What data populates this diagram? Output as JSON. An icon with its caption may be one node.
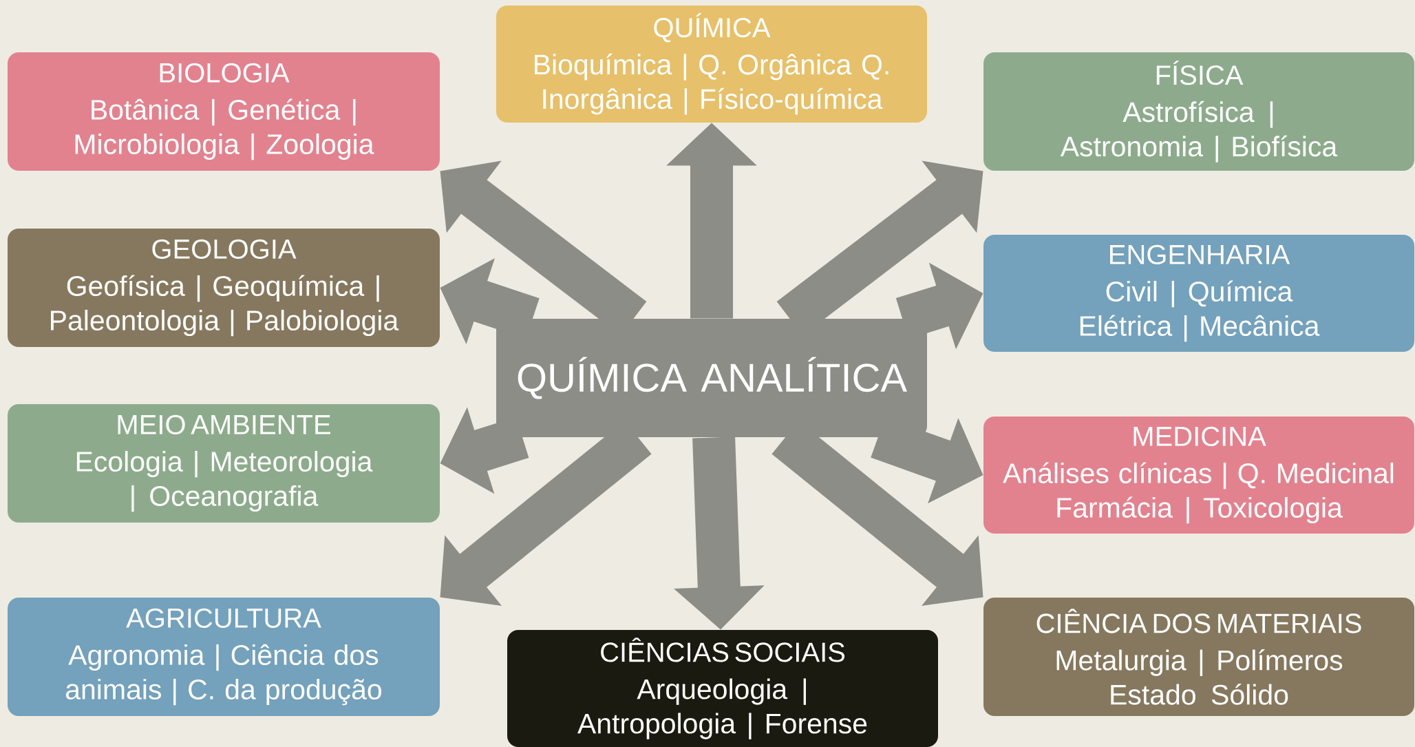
{
  "diagram": {
    "nodes": [
      {
        "text": [
          "QUÍMICA",
          "Bioquímica | Q. Orgânica Q. Inorgânica | Físico-química"
        ]
      },
      {
        "text": [
          "BIOLOGIA",
          "Botânica | Genética | Microbiologia | Zoologia"
        ]
      },
      {
        "text": [
          "FÍSICA",
          "Astrofísica | Astronomia | Biofísica"
        ]
      },
      {
        "text": [
          "GEOLOGIA",
          "Geofísica | Geoquímica | Paleontologia | Palobiologia"
        ]
      },
      {
        "text": [
          "ENGENHARIA",
          "Civil | Química Elétrica | Mecânica"
        ]
      },
      {
        "text": [
          "QUÍMICA ANALÍTICA"
        ]
      },
      {
        "text": [
          "MEIO AMBIENTE",
          "Ecologia | Meteorologia | Oceanografia"
        ]
      },
      {
        "text": [
          "MEDICINA",
          "Análises clínicas | Q. Medicinal Farmácia | Toxicologia"
        ]
      },
      {
        "text": [
          "AGRICULTURA",
          "Agronomia | Ciência dos animais | C. da produção"
        ]
      },
      {
        "text": [
          "CIÊNCIAS SOCIAIS",
          "Arqueologia | Antropologia | Forense"
        ]
      },
      {
        "text": [
          "CIÊNCIA DOS MATERIAIS",
          "Metalurgia | Polímeros Estado Sólido"
        ]
      }
    ],
    "edges": [
      {
        "from": 5,
        "to": 0,
        "arrow": "to"
      },
      {
        "from": 5,
        "to": 1,
        "arrow": "to"
      },
      {
        "from": 5,
        "to": 2,
        "arrow": "to"
      },
      {
        "from": 5,
        "to": 3,
        "arrow": "to"
      },
      {
        "from": 5,
        "to": 4,
        "arrow": "to"
      },
      {
        "from": 5,
        "to": 6,
        "arrow": "to"
      },
      {
        "from": 5,
        "to": 7,
        "arrow": "to"
      },
      {
        "from": 5,
        "to": 8,
        "arrow": "to"
      },
      {
        "from": 5,
        "to": 9,
        "arrow": "to"
      },
      {
        "from": 5,
        "to": 10,
        "arrow": "to"
      }
    ]
  }
}
